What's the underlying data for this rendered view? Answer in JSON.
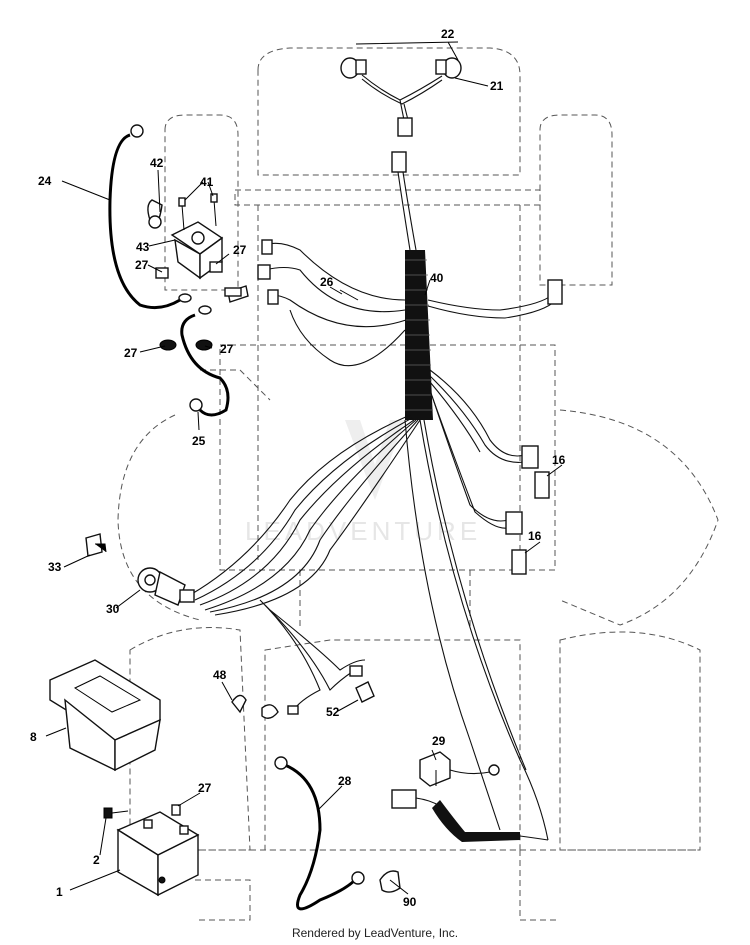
{
  "watermark": "LEADVENTURE",
  "footer": "Rendered by LeadVenture, Inc.",
  "callouts": {
    "c1": "1",
    "c2": "2",
    "c8": "8",
    "c16a": "16",
    "c16b": "16",
    "c21": "21",
    "c22": "22",
    "c24": "24",
    "c25": "25",
    "c26": "26",
    "c27a": "27",
    "c27b": "27",
    "c27c": "27",
    "c27d": "27",
    "c27e": "27",
    "c28": "28",
    "c29": "29",
    "c30": "30",
    "c33": "33",
    "c40": "40",
    "c41": "41",
    "c42": "42",
    "c43": "43",
    "c48": "48",
    "c52": "52",
    "c90": "90"
  }
}
